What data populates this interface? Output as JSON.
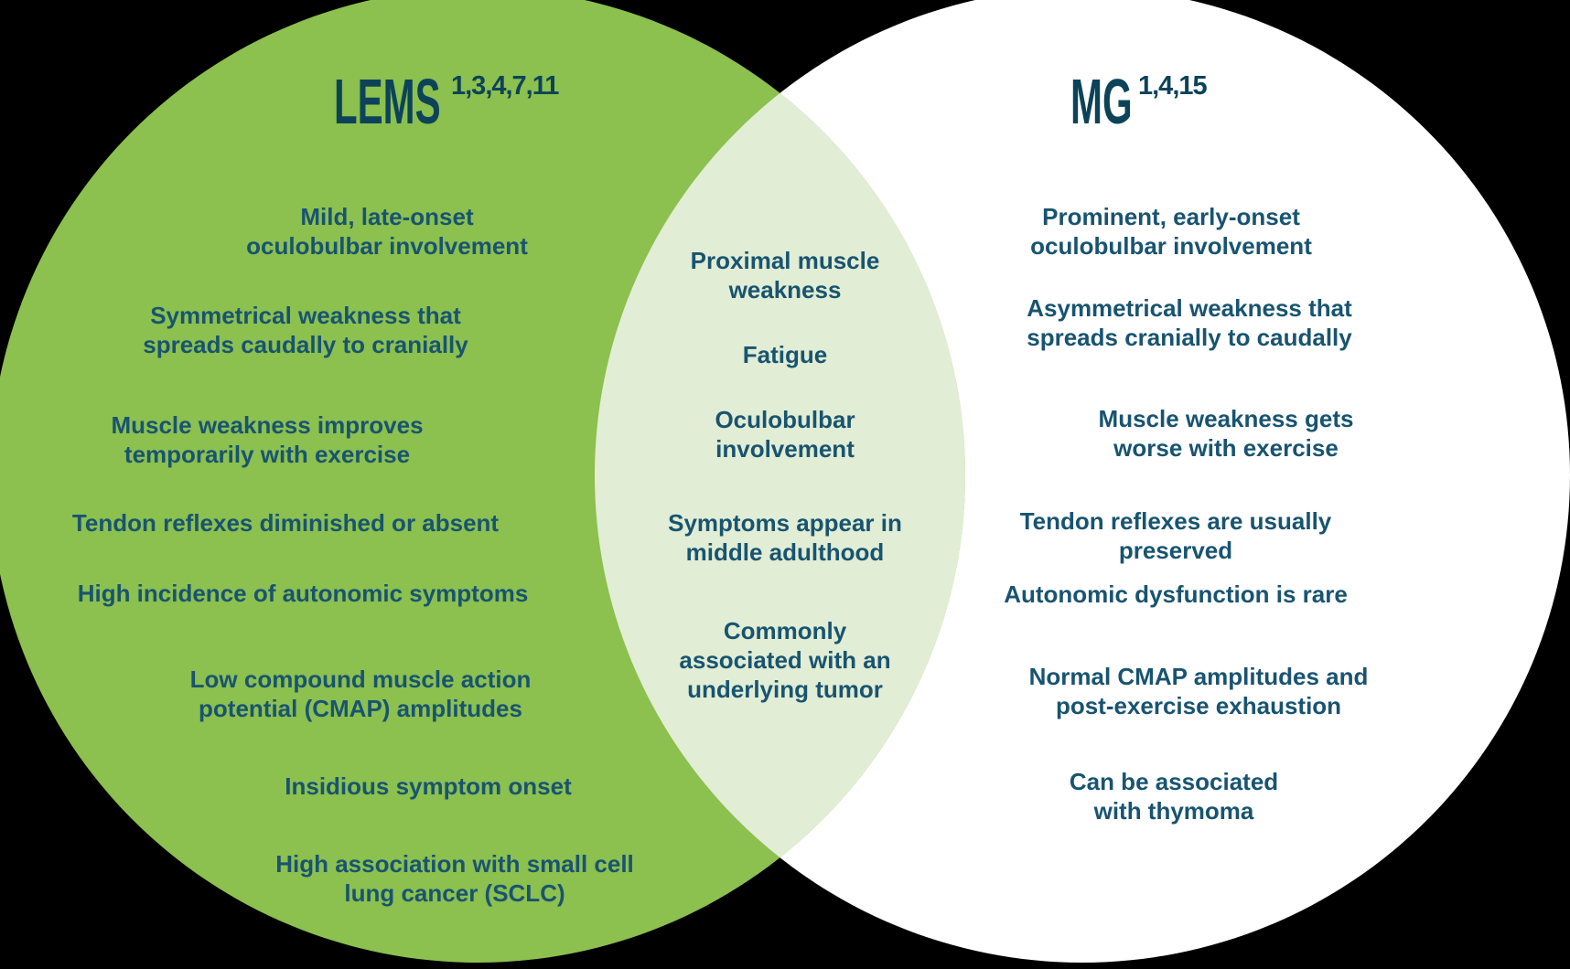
{
  "background_color": "#000000",
  "venn": {
    "text_color": "#185470",
    "title_color": "#0D4359",
    "left_circle": {
      "label": "LEMS",
      "label_superscript": "1,3,4,7,11",
      "fill": "#8CC04F",
      "items": [
        "Mild, late-onset\noculobulbar involvement",
        "Symmetrical weakness that\nspreads caudally to cranially",
        "Muscle weakness improves\ntemporarily with exercise",
        "Tendon reflexes diminished or absent",
        "High incidence of autonomic symptoms",
        "Low compound muscle action\npotential (CMAP) amplitudes",
        "Insidious symptom onset",
        "High association with small cell\nlung cancer (SCLC)"
      ]
    },
    "intersection": {
      "fill": "#E1EDD4",
      "items": [
        "Proximal muscle\nweakness",
        "Fatigue",
        "Oculobulbar\ninvolvement",
        "Symptoms appear in\nmiddle adulthood",
        "Commonly\nassociated with an\nunderlying tumor"
      ]
    },
    "right_circle": {
      "label": "MG",
      "label_superscript": "1,4,15",
      "fill": "#FFFFFF",
      "items": [
        "Prominent, early-onset\noculobulbar involvement",
        "Asymmetrical weakness that\nspreads cranially to caudally",
        "Muscle weakness gets\nworse with exercise",
        "Tendon reflexes are usually preserved",
        "Autonomic dysfunction is rare",
        "Normal CMAP amplitudes and\npost-exercise exhaustion",
        "Can be associated\nwith thymoma"
      ]
    }
  }
}
